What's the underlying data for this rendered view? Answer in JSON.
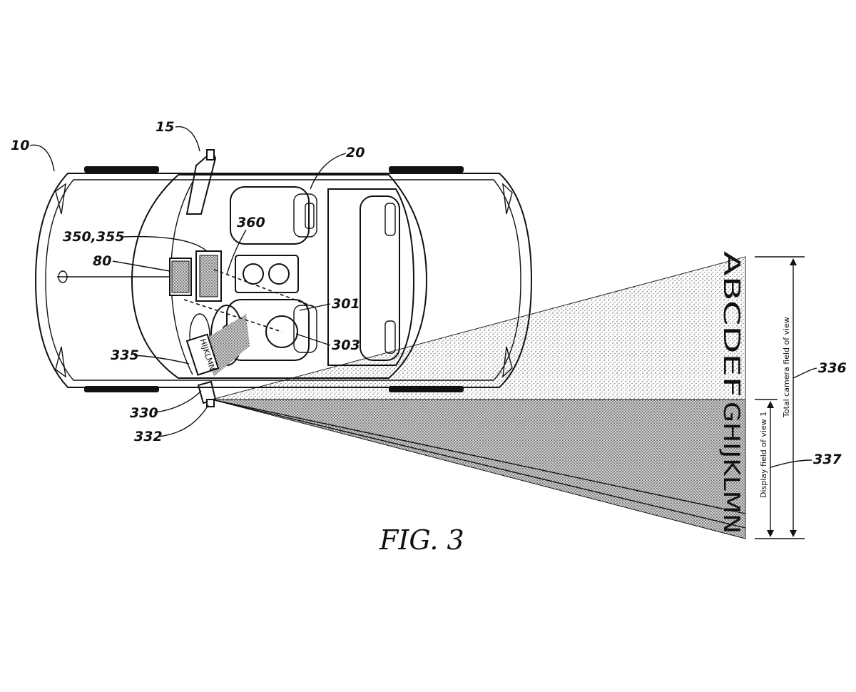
{
  "figure": {
    "caption": "FIG. 3",
    "labels": {
      "vehicle": "10",
      "mirror": "15",
      "seat": "20",
      "display": "350,355",
      "controller": "80",
      "camera_ref": "360",
      "driver": "301",
      "head": "303",
      "sign": "335",
      "camera": "330",
      "camera_mount": "332",
      "total_fov": "336",
      "display_fov": "337"
    },
    "letters_top": "ABCDEF",
    "letters_bottom": "GHIJKLMN",
    "sign_text": "HIJKLMN",
    "total_fov_text": "Total camera field of view",
    "display_fov_text": "Display field of view 1"
  }
}
